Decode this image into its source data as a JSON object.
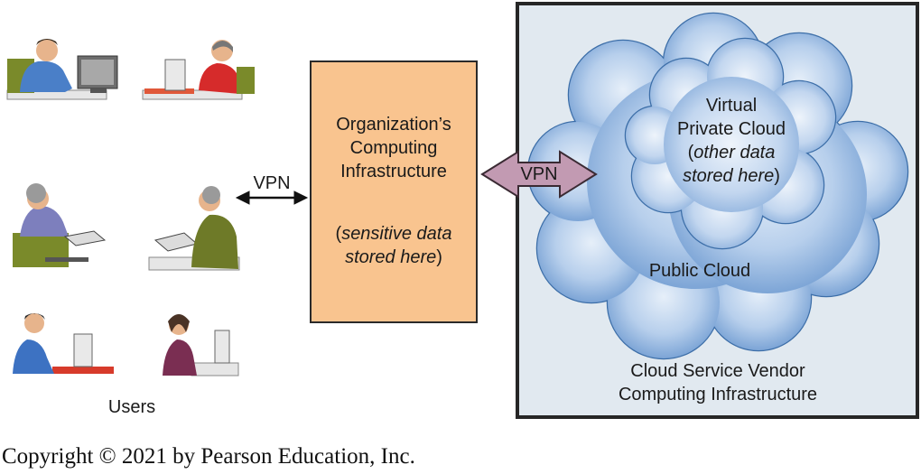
{
  "users": {
    "label": "Users"
  },
  "vpn_left": {
    "label": "VPN"
  },
  "organization": {
    "title_line1": "Organization’s",
    "title_line2": "Computing",
    "title_line3": "Infrastructure",
    "note_line1": "sensitive data",
    "note_line2": "stored here"
  },
  "vpn_right": {
    "label": "VPN"
  },
  "private_cloud": {
    "line1": "Virtual",
    "line2": "Private Cloud",
    "line3": "other data",
    "line4": "stored here"
  },
  "public_cloud": {
    "label": "Public Cloud"
  },
  "vendor": {
    "line1": "Cloud Service Vendor",
    "line2": "Computing Infrastructure"
  },
  "copyright": "Copyright © 2021 by Pearson Education, Inc.",
  "colors": {
    "org_fill": "#f9c48f",
    "vendor_fill": "#e1e9f0",
    "cloud_blue": "#7ea6d6",
    "vpn_arrow": "#c29ab2"
  }
}
